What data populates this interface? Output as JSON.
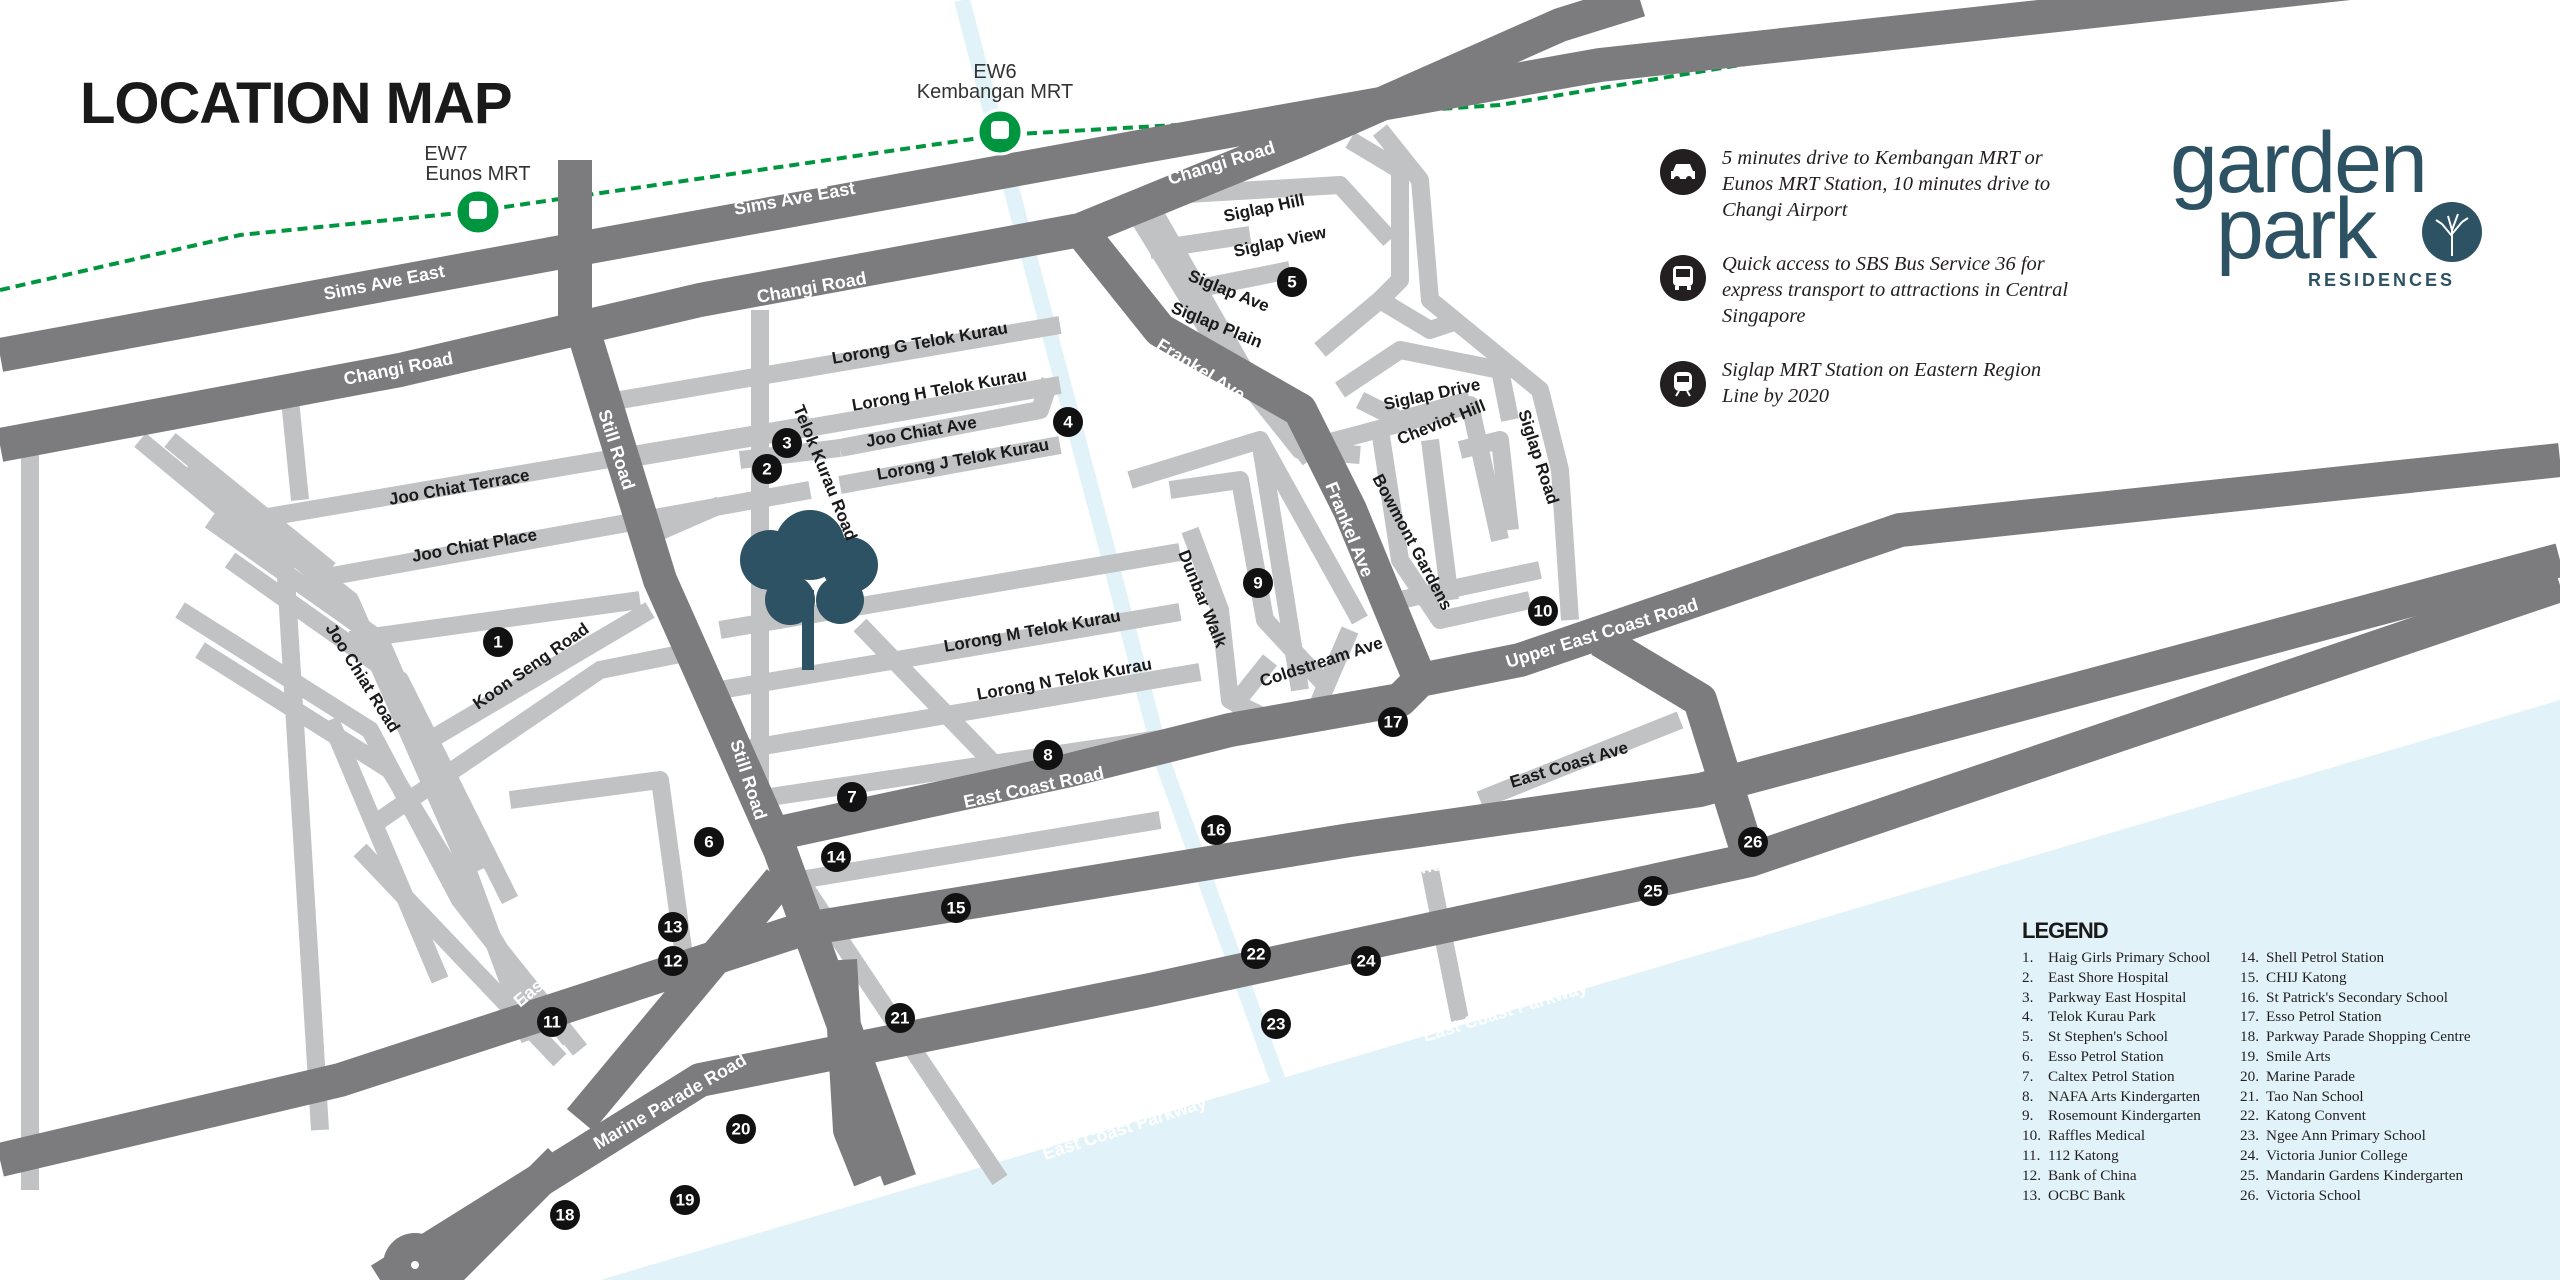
{
  "title": "LOCATION MAP",
  "colors": {
    "road_major": "#7c7c7e",
    "road_minor": "#c1c2c4",
    "sea": "#e1f3f9",
    "mrt_line": "#00963f",
    "brand": "#2d5263",
    "marker": "#111111"
  },
  "mrt": [
    {
      "code": "EW7",
      "name": "Eunos MRT"
    },
    {
      "code": "EW6",
      "name": "Kembangan MRT"
    }
  ],
  "roads": {
    "sims_ave_east_1": "Sims Ave East",
    "sims_ave_east_2": "Sims Ave East",
    "changi_road_1": "Changi Road",
    "changi_road_2": "Changi Road",
    "changi_road_3": "Changi Road",
    "still_road_1": "Still Road",
    "still_road_2": "Still Road",
    "lorong_g": "Lorong G Telok Kurau",
    "lorong_h": "Lorong H Telok Kurau",
    "joo_chiat_ave": "Joo Chiat Ave",
    "lorong_j": "Lorong J Telok Kurau",
    "telok_kurau_road": "Telok Kurau Road",
    "joo_chiat_terrace": "Joo Chiat Terrace",
    "joo_chiat_place": "Joo Chiat Place",
    "joo_chiat_road": "Joo Chiat Road",
    "koon_seng_road": "Koon Seng Road",
    "lorong_m": "Lorong M Telok Kurau",
    "lorong_n": "Lorong N Telok Kurau",
    "east_coast_road_1": "East Coast Road",
    "east_coast_road_2": "East Coast Road",
    "marine_parade_road_1": "Marine Parade Road",
    "marine_parade_road_2": "Marine Parade Road",
    "marine_parade_road_3": "Marine Parade Road",
    "east_coast_parkway_1": "East Coast Parkway",
    "east_coast_parkway_2": "East Coast Parkway",
    "siglap_hill": "Siglap Hill",
    "siglap_view": "Siglap View",
    "siglap_ave": "Siglap Ave",
    "siglap_plain": "Siglap Plain",
    "frankel_ave_1": "Frankel Ave",
    "frankel_ave_2": "Frankel Ave",
    "siglap_drive": "Siglap Drive",
    "cheviot_hill": "Cheviot Hill",
    "siglap_road": "Siglap Road",
    "bowmont_gardens": "Bowmont Gardens",
    "dunbar_walk": "Dunbar Walk",
    "coldstream_ave": "Coldstream Ave",
    "upper_east_coast_road": "Upper East Coast Road",
    "east_coast_ave": "East Coast Ave"
  },
  "markers": [
    "1",
    "2",
    "3",
    "4",
    "5",
    "6",
    "7",
    "8",
    "9",
    "10",
    "11",
    "12",
    "13",
    "14",
    "15",
    "16",
    "17",
    "18",
    "19",
    "20",
    "21",
    "22",
    "23",
    "24",
    "25",
    "26"
  ],
  "info": [
    {
      "icon": "car-icon",
      "text": "5 minutes drive to Kembangan MRT or Eunos MRT Station, 10 minutes drive to Changi Airport"
    },
    {
      "icon": "bus-icon",
      "text": "Quick access to SBS Bus Service 36 for express transport to attractions in Central Singapore"
    },
    {
      "icon": "train-icon",
      "text": "Siglap MRT Station on Eastern Region Line by 2020"
    }
  ],
  "brand": {
    "line1": "garden",
    "line2": "park",
    "line3": "RESIDENCES"
  },
  "legend": {
    "title": "LEGEND",
    "items": [
      {
        "num": "1.",
        "name": "Haig Girls Primary School"
      },
      {
        "num": "2.",
        "name": "East Shore Hospital"
      },
      {
        "num": "3.",
        "name": "Parkway East Hospital"
      },
      {
        "num": "4.",
        "name": "Telok Kurau Park"
      },
      {
        "num": "5.",
        "name": "St Stephen's School"
      },
      {
        "num": "6.",
        "name": "Esso Petrol Station"
      },
      {
        "num": "7.",
        "name": "Caltex Petrol Station"
      },
      {
        "num": "8.",
        "name": "NAFA Arts Kindergarten"
      },
      {
        "num": "9.",
        "name": "Rosemount Kindergarten"
      },
      {
        "num": "10.",
        "name": "Raffles Medical"
      },
      {
        "num": "11.",
        "name": "112 Katong"
      },
      {
        "num": "12.",
        "name": "Bank of China"
      },
      {
        "num": "13.",
        "name": "OCBC Bank"
      },
      {
        "num": "14.",
        "name": "Shell Petrol Station"
      },
      {
        "num": "15.",
        "name": "CHIJ Katong"
      },
      {
        "num": "16.",
        "name": "St Patrick's Secondary School"
      },
      {
        "num": "17.",
        "name": "Esso Petrol Station"
      },
      {
        "num": "18.",
        "name": "Parkway Parade Shopping Centre"
      },
      {
        "num": "19.",
        "name": "Smile Arts"
      },
      {
        "num": "20.",
        "name": "Marine Parade"
      },
      {
        "num": "21.",
        "name": "Tao Nan School"
      },
      {
        "num": "22.",
        "name": "Katong Convent"
      },
      {
        "num": "23.",
        "name": "Ngee Ann Primary School"
      },
      {
        "num": "24.",
        "name": "Victoria Junior College"
      },
      {
        "num": "25.",
        "name": "Mandarin Gardens Kindergarten"
      },
      {
        "num": "26.",
        "name": "Victoria School"
      }
    ]
  }
}
